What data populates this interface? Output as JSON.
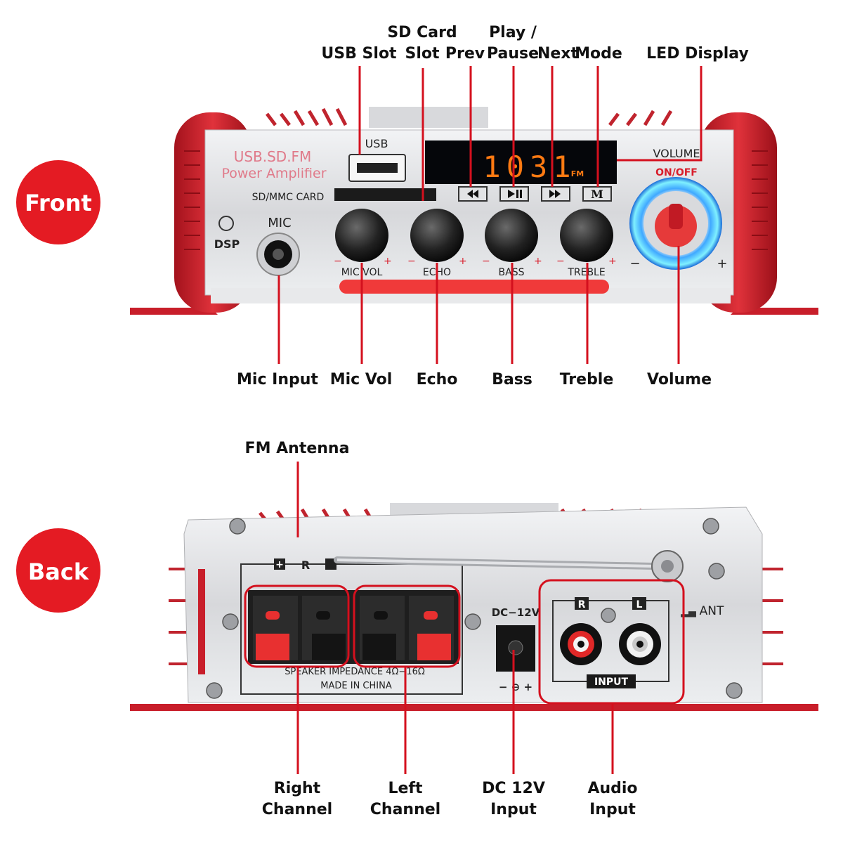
{
  "badges": {
    "front": "Front",
    "back": "Back"
  },
  "front_labels": {
    "usb_slot": "USB Slot",
    "sd_card_slot_1": "SD Card",
    "sd_card_slot_2": "Slot",
    "prev": "Prev",
    "play_pause_1": "Play /",
    "play_pause_2": "Pause",
    "next": "Next",
    "mode": "Mode",
    "led_display": "LED Display",
    "mic_input": "Mic Input",
    "mic_vol": "Mic Vol",
    "echo": "Echo",
    "bass": "Bass",
    "treble": "Treble",
    "volume": "Volume"
  },
  "front_panel": {
    "brand_line1": "USB.SD.FM",
    "brand_line2": "Power Amplifier",
    "usb": "USB",
    "sd_mmc": "SD/MMC CARD",
    "mic": "MIC",
    "dsp": "DSP",
    "display_digits": "1031",
    "display_fm": "FM",
    "volume": "VOLUME",
    "on_off": "ON/OFF",
    "knob_mic_vol": "MIC VOL",
    "knob_echo": "ECHO",
    "knob_bass": "BASS",
    "knob_treble": "TREBLE",
    "minus": "−",
    "plus": "+",
    "mode_btn": "M"
  },
  "back_labels": {
    "fm_antenna": "FM Antenna",
    "right_channel_1": "Right",
    "right_channel_2": "Channel",
    "left_channel_1": "Left",
    "left_channel_2": "Channel",
    "dc_input_1": "DC 12V",
    "dc_input_2": "Input",
    "audio_input_1": "Audio",
    "audio_input_2": "Input"
  },
  "back_panel": {
    "plus_r_minus": "R",
    "speaker_impedance": "SPEAKER IMPEDANCE   4Ω−16Ω",
    "made_in_china": "MADE IN CHINA",
    "dc_12v": "DC−12V",
    "polarity": "− ⊖ +",
    "r": "R",
    "l": "L",
    "input": "INPUT",
    "ant": "ANT"
  },
  "colors": {
    "accent_red": "#d4101e",
    "badge_red": "#e41b23",
    "chassis_red": "#c81e2a",
    "silver": "#d9dadd"
  }
}
